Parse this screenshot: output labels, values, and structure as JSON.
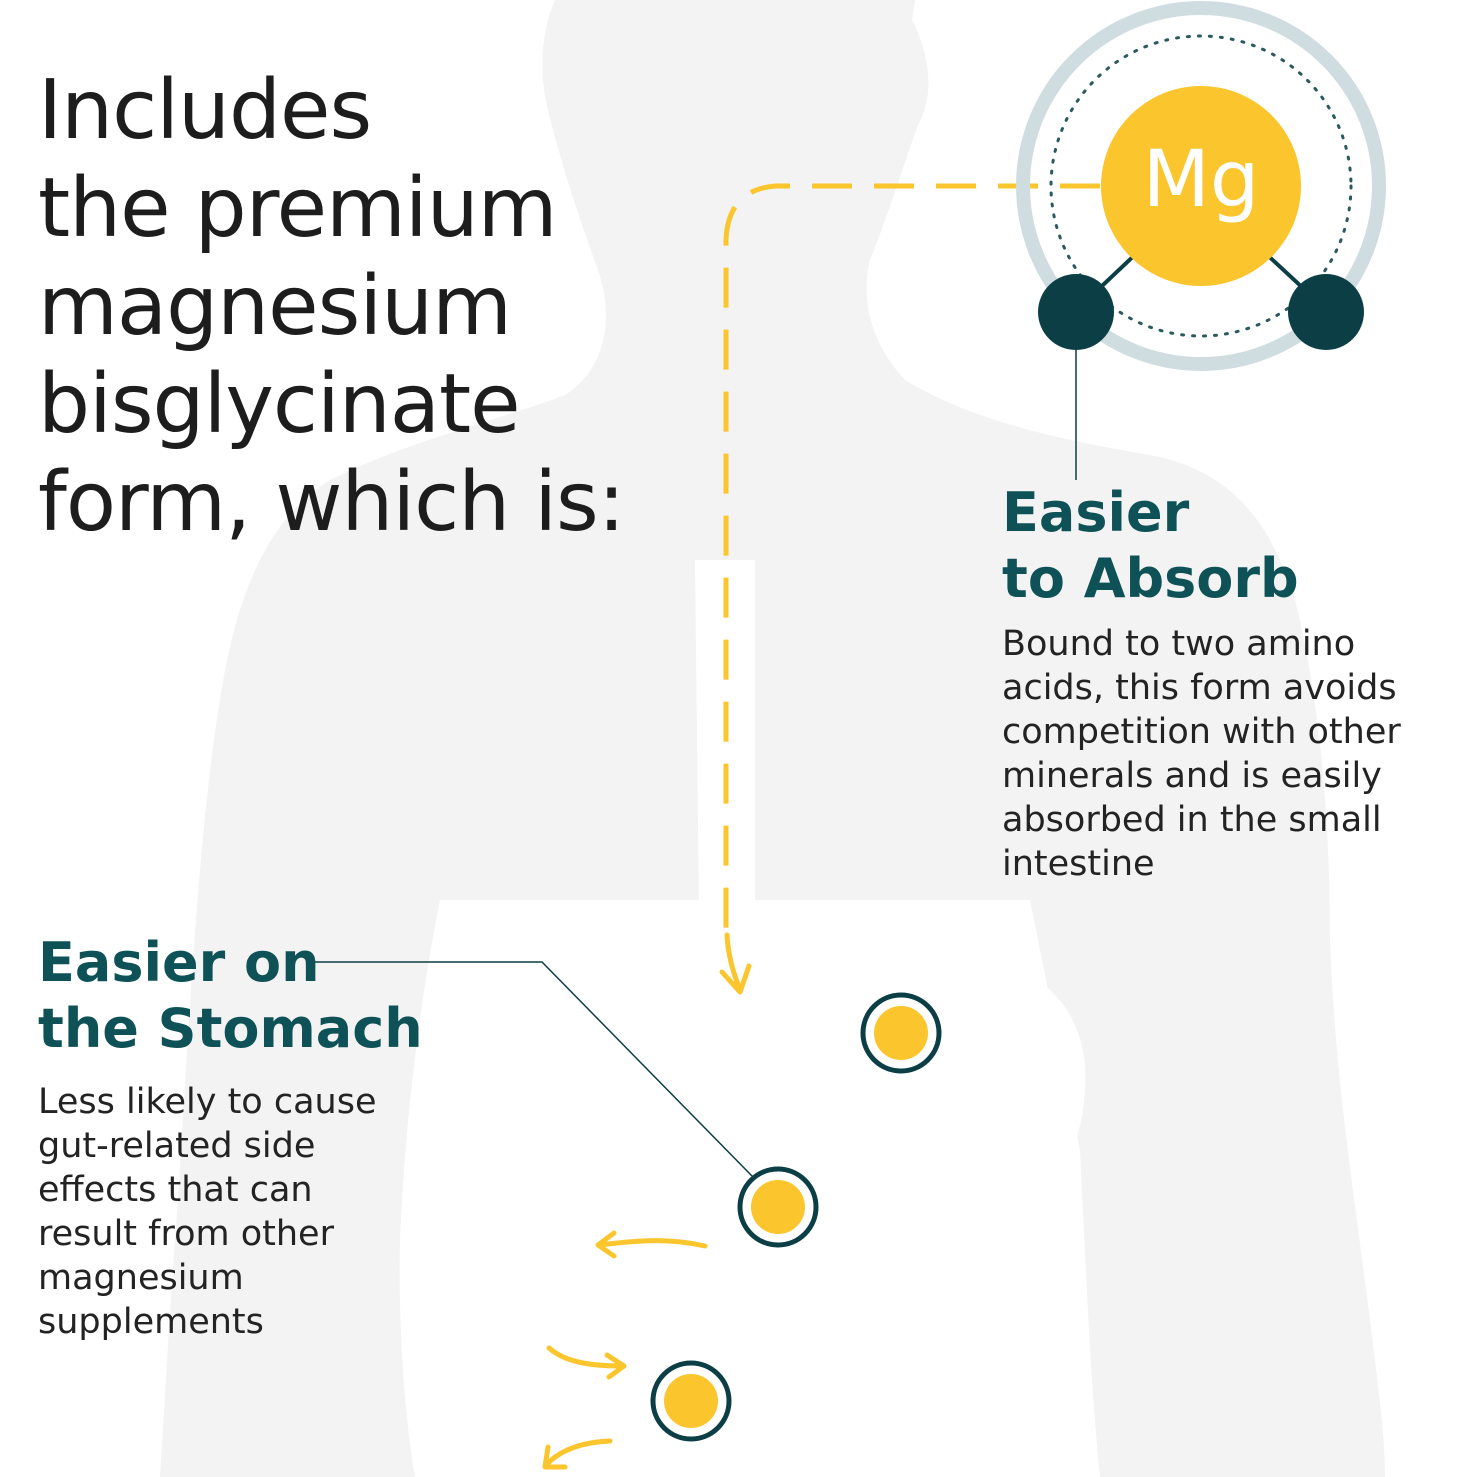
{
  "title": {
    "lines": [
      "Includes",
      "the premium",
      "magnesium",
      "bisglycinate",
      "form, which is:"
    ]
  },
  "molecule": {
    "symbol": "Mg"
  },
  "absorb": {
    "heading": [
      "Easier",
      "to Absorb"
    ],
    "body": [
      "Bound to two amino",
      "acids, this form avoids",
      "competition with other",
      "minerals and is easily",
      "absorbed in the small",
      "intestine"
    ]
  },
  "stomach": {
    "heading": [
      "Easier on",
      "the Stomach"
    ],
    "body": [
      "Less likely to cause",
      "gut-related side",
      "effects that can",
      "result from other",
      "magnesium",
      "supplements"
    ]
  },
  "colors": {
    "background": "#ffffff",
    "silhouette": "#f3f3f3",
    "accent_yellow": "#fbc52d",
    "teal_dark": "#0c3f45",
    "teal_heading": "#0e5257",
    "ring_gray": "#cfdde1",
    "text": "#1d1d1d"
  },
  "icons": [
    "magnesium-atom-icon",
    "amino-acid-node-icon",
    "particle-icon",
    "flow-arrow-icon"
  ]
}
